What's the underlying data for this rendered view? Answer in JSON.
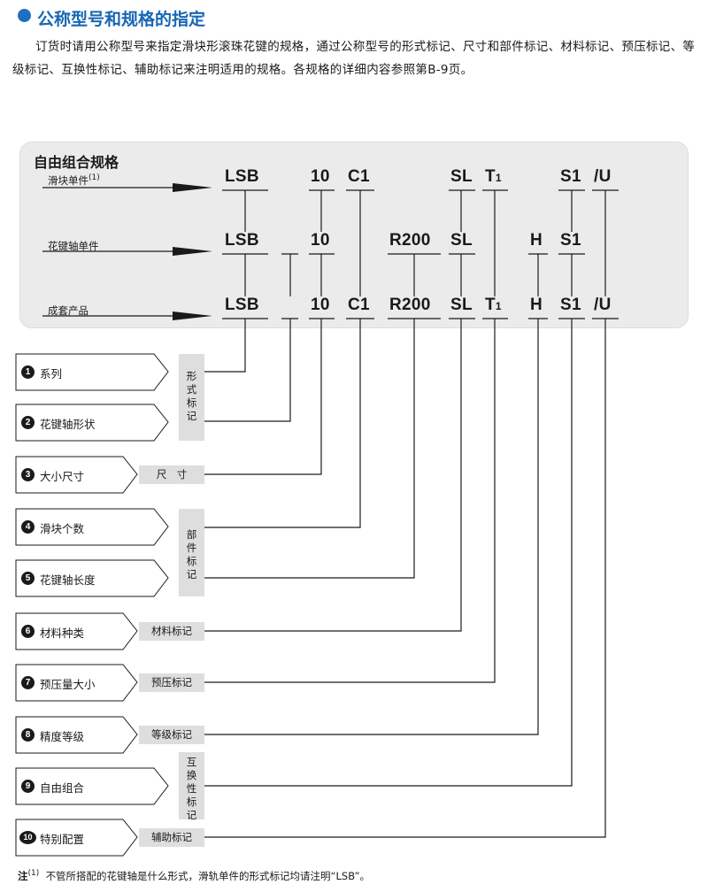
{
  "header": {
    "title": "公称型号和规格的指定",
    "intro": "订货时请用公称型号来指定滑块形滚珠花键的规格，通过公称型号的形式标记、尺寸和部件标记、材料标记、预压标记、等级标记、互换性标记、辅助标记来注明适用的规格。各规格的详细内容参照第B-9页。"
  },
  "panel": {
    "title": "自由组合规格",
    "rows": [
      {
        "label": "滑块单件",
        "sup": "(1)"
      },
      {
        "label": "花键轴单件",
        "sup": ""
      },
      {
        "label": "成套产品",
        "sup": ""
      }
    ],
    "codes": {
      "lsb": "LSB",
      "size": "10",
      "c1": "C1",
      "r200": "R200",
      "sl": "SL",
      "t": "T",
      "t_sub": "1",
      "h": "H",
      "s1": "S1",
      "u": "/U"
    }
  },
  "items": [
    {
      "num": "1",
      "label": "系列"
    },
    {
      "num": "2",
      "label": "花键轴形状"
    },
    {
      "num": "3",
      "label": "大小尺寸"
    },
    {
      "num": "4",
      "label": "滑块个数"
    },
    {
      "num": "5",
      "label": "花键轴长度"
    },
    {
      "num": "6",
      "label": "材料种类"
    },
    {
      "num": "7",
      "label": "预压量大小"
    },
    {
      "num": "8",
      "label": "精度等级"
    },
    {
      "num": "9",
      "label": "自由组合"
    },
    {
      "num": "10",
      "label": "特别配置"
    }
  ],
  "groups": {
    "form_mark": "形式标记",
    "size": "尺　寸",
    "part_mark": "部件标记",
    "material_mark": "材料标记",
    "preload_mark": "预压标记",
    "grade_mark": "等级标记",
    "interchange_mark": "互换性标记",
    "aux_mark": "辅助标记"
  },
  "note": {
    "prefix": "注",
    "sup": "(1)",
    "text": "不管所搭配的花键轴是什么形式，滑轨单件的形式标记均请注明“LSB”。"
  }
}
